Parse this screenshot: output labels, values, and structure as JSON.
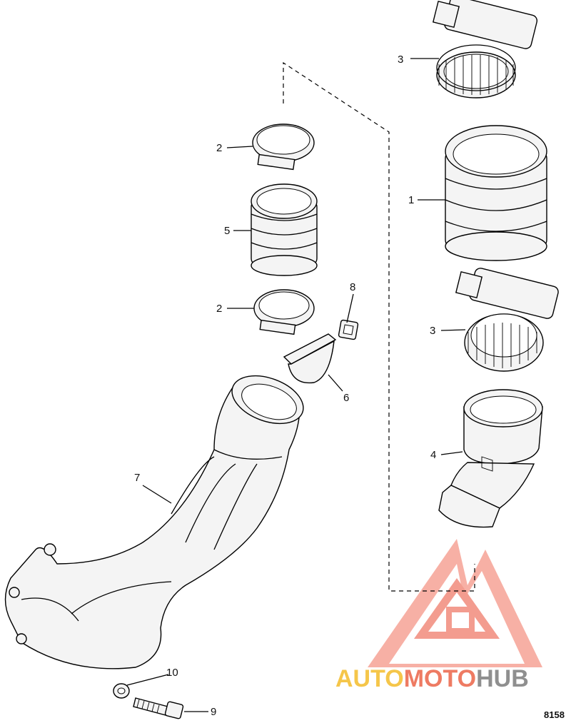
{
  "callouts": {
    "c1": "1",
    "c2a": "2",
    "c2b": "2",
    "c3a": "3",
    "c3b": "3",
    "c4": "4",
    "c5": "5",
    "c6": "6",
    "c7": "7",
    "c8": "8",
    "c9": "9",
    "c10": "10"
  },
  "figure_number": "8158",
  "watermark": {
    "part1": "AUTO",
    "part2": "MOTO",
    "part3": "HUB",
    "colors": {
      "auto": "#f5c64a",
      "moto": "#ee7b63",
      "hub": "#8f8f8f",
      "logo": "#f28b7c"
    }
  }
}
